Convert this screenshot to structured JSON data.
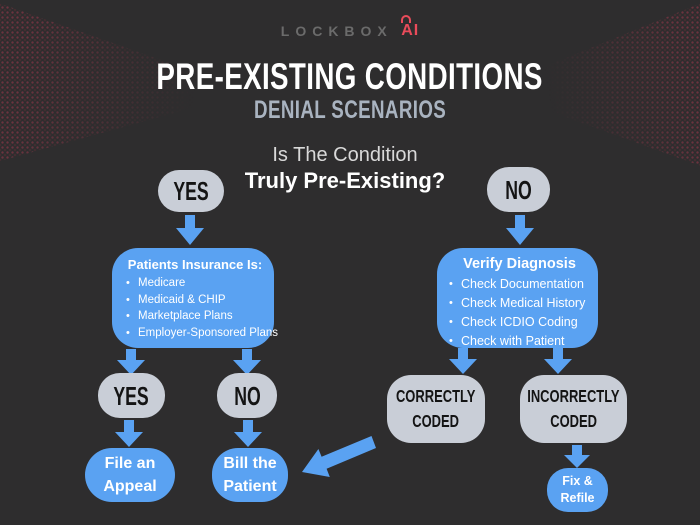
{
  "brand": {
    "name": "LOCKBOX",
    "suffix": "AI",
    "lock_icon": "lock-shackle"
  },
  "header": {
    "title": "PRE-EXISTING CONDITIONS",
    "subtitle": "DENIAL SCENARIOS"
  },
  "question": {
    "line1": "Is The Condition",
    "line2": "Truly Pre-Existing?"
  },
  "nodes": {
    "yes_top": "YES",
    "no_top": "NO",
    "insurance": {
      "title": "Patients Insurance Is:",
      "items": [
        "Medicare",
        "Medicaid & CHIP",
        "Marketplace Plans",
        "Employer-Sponsored Plans"
      ]
    },
    "verify": {
      "title": "Verify Diagnosis",
      "items": [
        "Check Documentation",
        "Check Medical History",
        "Check ICDIO Coding",
        "Check with Patient"
      ]
    },
    "yes_bottom": "YES",
    "no_bottom": "NO",
    "file_appeal": {
      "line1": "File an",
      "line2": "Appeal"
    },
    "bill_patient": {
      "line1": "Bill the",
      "line2": "Patient"
    },
    "correctly": {
      "line1": "CORRECTLY",
      "line2": "CODED"
    },
    "incorrectly": {
      "line1": "INCORRECTLY",
      "line2": "CODED"
    },
    "fix_refile": {
      "line1": "Fix &",
      "line2": "Refile"
    }
  },
  "colors": {
    "background": "#2e2d2e",
    "blue": "#5aa2f2",
    "gray_pill": "#c9ced7",
    "red": "#e94b5a",
    "title_white": "#ffffff",
    "subtitle_gray": "#a9b3c0"
  }
}
